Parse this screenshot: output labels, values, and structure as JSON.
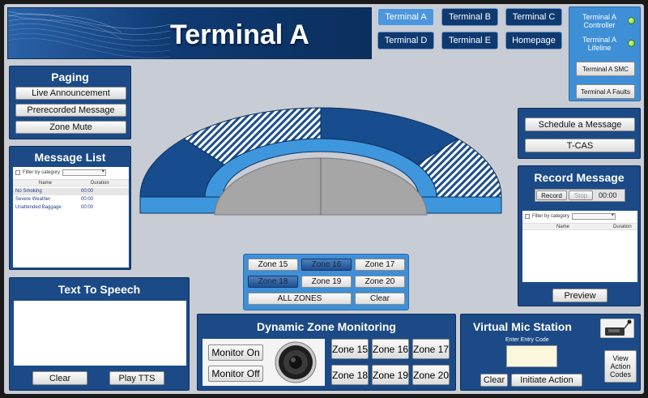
{
  "header": {
    "title": "Terminal A"
  },
  "terminal_nav": [
    {
      "label": "Terminal A",
      "active": true
    },
    {
      "label": "Terminal B",
      "active": false
    },
    {
      "label": "Terminal C",
      "active": false
    },
    {
      "label": "Terminal D",
      "active": false
    },
    {
      "label": "Terminal E",
      "active": false
    },
    {
      "label": "Homepage",
      "active": false
    }
  ],
  "status_panel": {
    "controller_label": "Terminal A Controller",
    "lifeline_label": "Terminal A Lifeline",
    "smc_button": "Terminal A SMC",
    "faults_button": "Terminal A Faults"
  },
  "paging": {
    "title": "Paging",
    "buttons": [
      "Live Announcement",
      "Prerecorded Message",
      "Zone Mute"
    ]
  },
  "message_list": {
    "title": "Message List",
    "filter_label": "Filter by category",
    "columns": [
      "Name",
      "Duration"
    ],
    "rows": [
      {
        "name": "No Smoking",
        "duration": "00:00"
      },
      {
        "name": "Severe Weather",
        "duration": "00:00"
      },
      {
        "name": "Unattended Baggage",
        "duration": "00:00"
      }
    ]
  },
  "tts": {
    "title": "Text To Speech",
    "clear_label": "Clear",
    "play_label": "Play TTS"
  },
  "schedule": {
    "schedule_label": "Schedule a Message",
    "tcas_label": "T-CAS"
  },
  "record": {
    "title": "Record Message",
    "record_label": "Record",
    "stop_label": "Stop",
    "timer": "00:00",
    "filter_label": "Filter by category",
    "columns": [
      "Name",
      "Duration"
    ],
    "preview_label": "Preview"
  },
  "zone_selector": {
    "zones": [
      {
        "label": "Zone 15",
        "selected": false
      },
      {
        "label": "Zone 16",
        "selected": true
      },
      {
        "label": "Zone 17",
        "selected": false
      },
      {
        "label": "Zone 18",
        "selected": true
      },
      {
        "label": "Zone 19",
        "selected": false
      },
      {
        "label": "Zone 20",
        "selected": false
      }
    ],
    "all_label": "ALL ZONES",
    "clear_label": "Clear"
  },
  "monitoring": {
    "title": "Dynamic Zone Monitoring",
    "monitor_on": "Monitor On",
    "monitor_off": "Monitor Off",
    "zones": [
      "Zone 15",
      "Zone 16",
      "Zone 17",
      "Zone 18",
      "Zone 19",
      "Zone 20"
    ]
  },
  "virtual_mic": {
    "title": "Virtual Mic Station",
    "entry_label": "Enter Entry Code",
    "clear_label": "Clear",
    "initiate_label": "Initiate Action",
    "view_codes_label": "View Action Codes"
  },
  "colors": {
    "panel": "#1b4a86",
    "accent": "#4d96dc",
    "zone_light": "#3e97dd",
    "zone_dark": "#174d8e",
    "led": "#71c81e"
  }
}
